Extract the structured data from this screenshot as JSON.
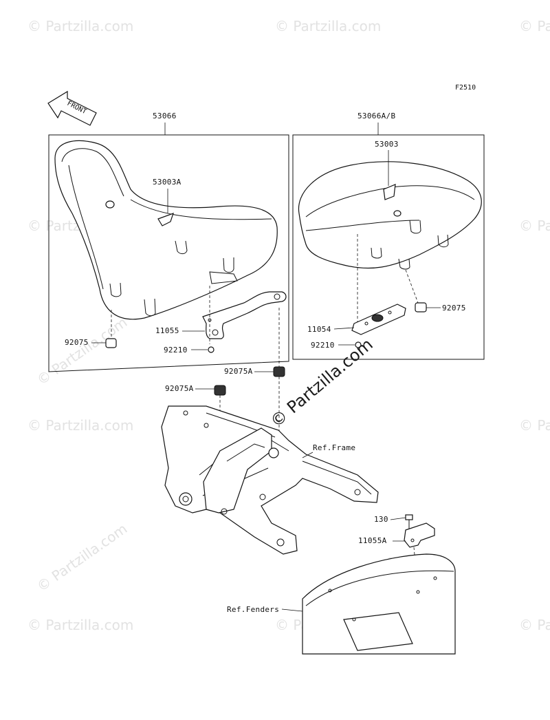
{
  "diagram": {
    "code": "F2510",
    "front_arrow_label": "FRONT",
    "watermarks": {
      "small": "© Partzilla.com",
      "main": "© Partzilla.com"
    },
    "labels": {
      "p53066": "53066",
      "p53066ab": "53066A/B",
      "p53003a": "53003A",
      "p53003": "53003",
      "p92075_left": "92075",
      "p92075_right": "92075",
      "p11055": "11055",
      "p11054": "11054",
      "p92210_left": "92210",
      "p92210_right": "92210",
      "p92075a_right": "92075A",
      "p92075a_left": "92075A",
      "ref_frame": "Ref.Frame",
      "p130": "130",
      "p11055a": "11055A",
      "ref_fenders": "Ref.Fenders"
    }
  }
}
